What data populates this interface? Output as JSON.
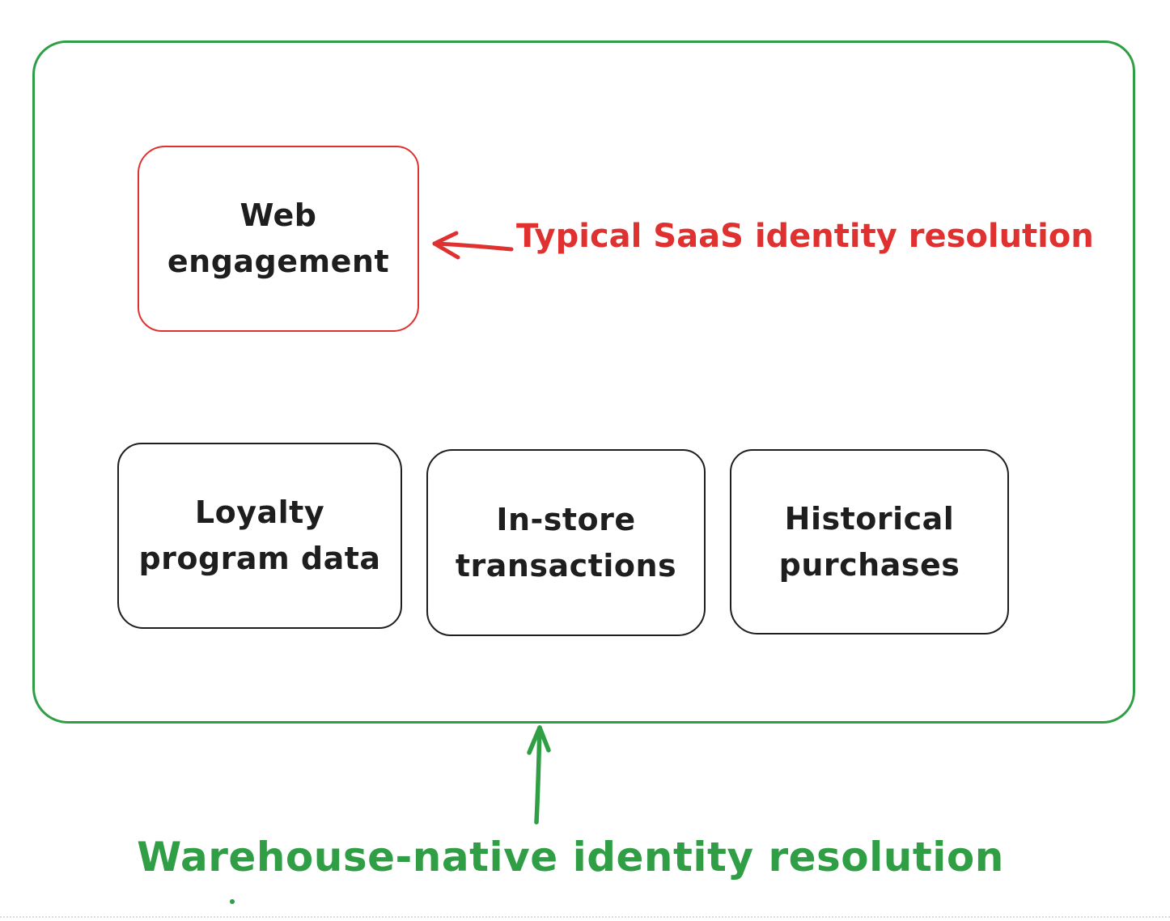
{
  "colors": {
    "green": "#2f9e44",
    "red": "#e03131",
    "ink": "#1e1e1e"
  },
  "nodes": {
    "web_engagement": {
      "line1": "Web",
      "line2": "engagement"
    },
    "loyalty": {
      "line1": "Loyalty",
      "line2": "program data"
    },
    "in_store": {
      "line1": "In-store",
      "line2": "transactions"
    },
    "historical": {
      "line1": "Historical",
      "line2": "purchases"
    }
  },
  "annotations": {
    "saas": "Typical SaaS identity resolution",
    "warehouse": "Warehouse-native identity resolution"
  },
  "icons": {
    "saas_arrow": "arrow-left-icon",
    "warehouse_arrow": "arrow-up-icon"
  }
}
